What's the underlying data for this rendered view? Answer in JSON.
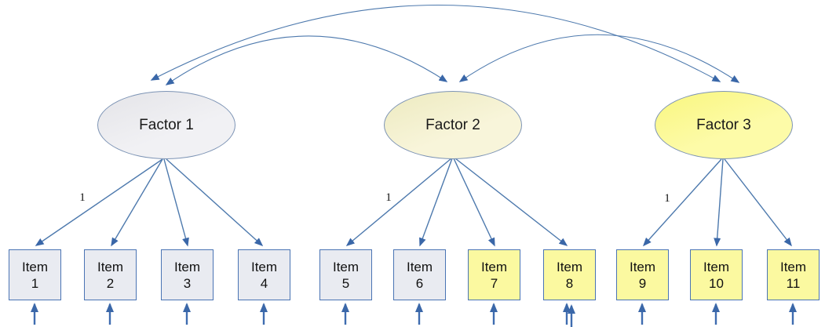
{
  "title": "Three-factor CFA path diagram",
  "colors": {
    "arrow_line": "#4d79ad",
    "arrowhead": "#3a67a8",
    "factor_border": "#7d94b5",
    "item_border": "#4a74b4",
    "factor1_fill": "#ececef",
    "factor2_fill": "#f4f1cf",
    "factor3_fill": "#fbf894",
    "item_gray_fill": "#e9ebf1",
    "item_yellow_fill": "#fbf9a0",
    "text": "#111111"
  },
  "factors": [
    {
      "label": "Factor 1",
      "first_loading_label": "1",
      "items": [
        "Item 1",
        "Item 2",
        "Item 3",
        "Item 4"
      ]
    },
    {
      "label": "Factor 2",
      "first_loading_label": "1",
      "items": [
        "Item 5",
        "Item 6",
        "Item 7",
        "Item 8"
      ]
    },
    {
      "label": "Factor 3",
      "first_loading_label": "1",
      "items": [
        "Item 9",
        "Item 10",
        "Item 11"
      ]
    }
  ],
  "covariances": [
    "Factor 1 - Factor 2",
    "Factor 2 - Factor 3",
    "Factor 1 - Factor 3"
  ],
  "items": [
    {
      "word": "Item",
      "number": "1"
    },
    {
      "word": "Item",
      "number": "2"
    },
    {
      "word": "Item",
      "number": "3"
    },
    {
      "word": "Item",
      "number": "4"
    },
    {
      "word": "Item",
      "number": "5"
    },
    {
      "word": "Item",
      "number": "6"
    },
    {
      "word": "Item",
      "number": "7"
    },
    {
      "word": "Item",
      "number": "8"
    },
    {
      "word": "Item",
      "number": "9"
    },
    {
      "word": "Item",
      "number": "10"
    },
    {
      "word": "Item",
      "number": "11"
    }
  ]
}
